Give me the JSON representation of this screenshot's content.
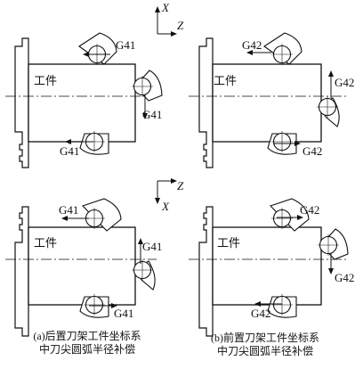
{
  "axes_top": {
    "vertical": "X",
    "horizontal": "Z"
  },
  "axes_bottom": {
    "vertical": "X",
    "horizontal": "Z"
  },
  "workpiece_label": "工件",
  "panels": {
    "a_top": {
      "top_tool": "G41",
      "right_tool": "G41",
      "bottom_tool": "G41"
    },
    "b_top": {
      "top_tool": "G42",
      "right_tool": "G42",
      "bottom_tool": "G42"
    },
    "a_bottom": {
      "top_tool": "G41",
      "right_tool": "G41",
      "bottom_tool": "G41"
    },
    "b_bottom": {
      "top_tool": "G42",
      "right_tool": "G42",
      "bottom_tool": "G42"
    }
  },
  "captions": {
    "a_line1": "(a)后置刀架工件坐标系",
    "a_line2": "中刀尖圆弧半径补偿",
    "b_line1": "(b)前置刀架工件坐标系",
    "b_line2": "中刀尖圆弧半径补偿"
  }
}
